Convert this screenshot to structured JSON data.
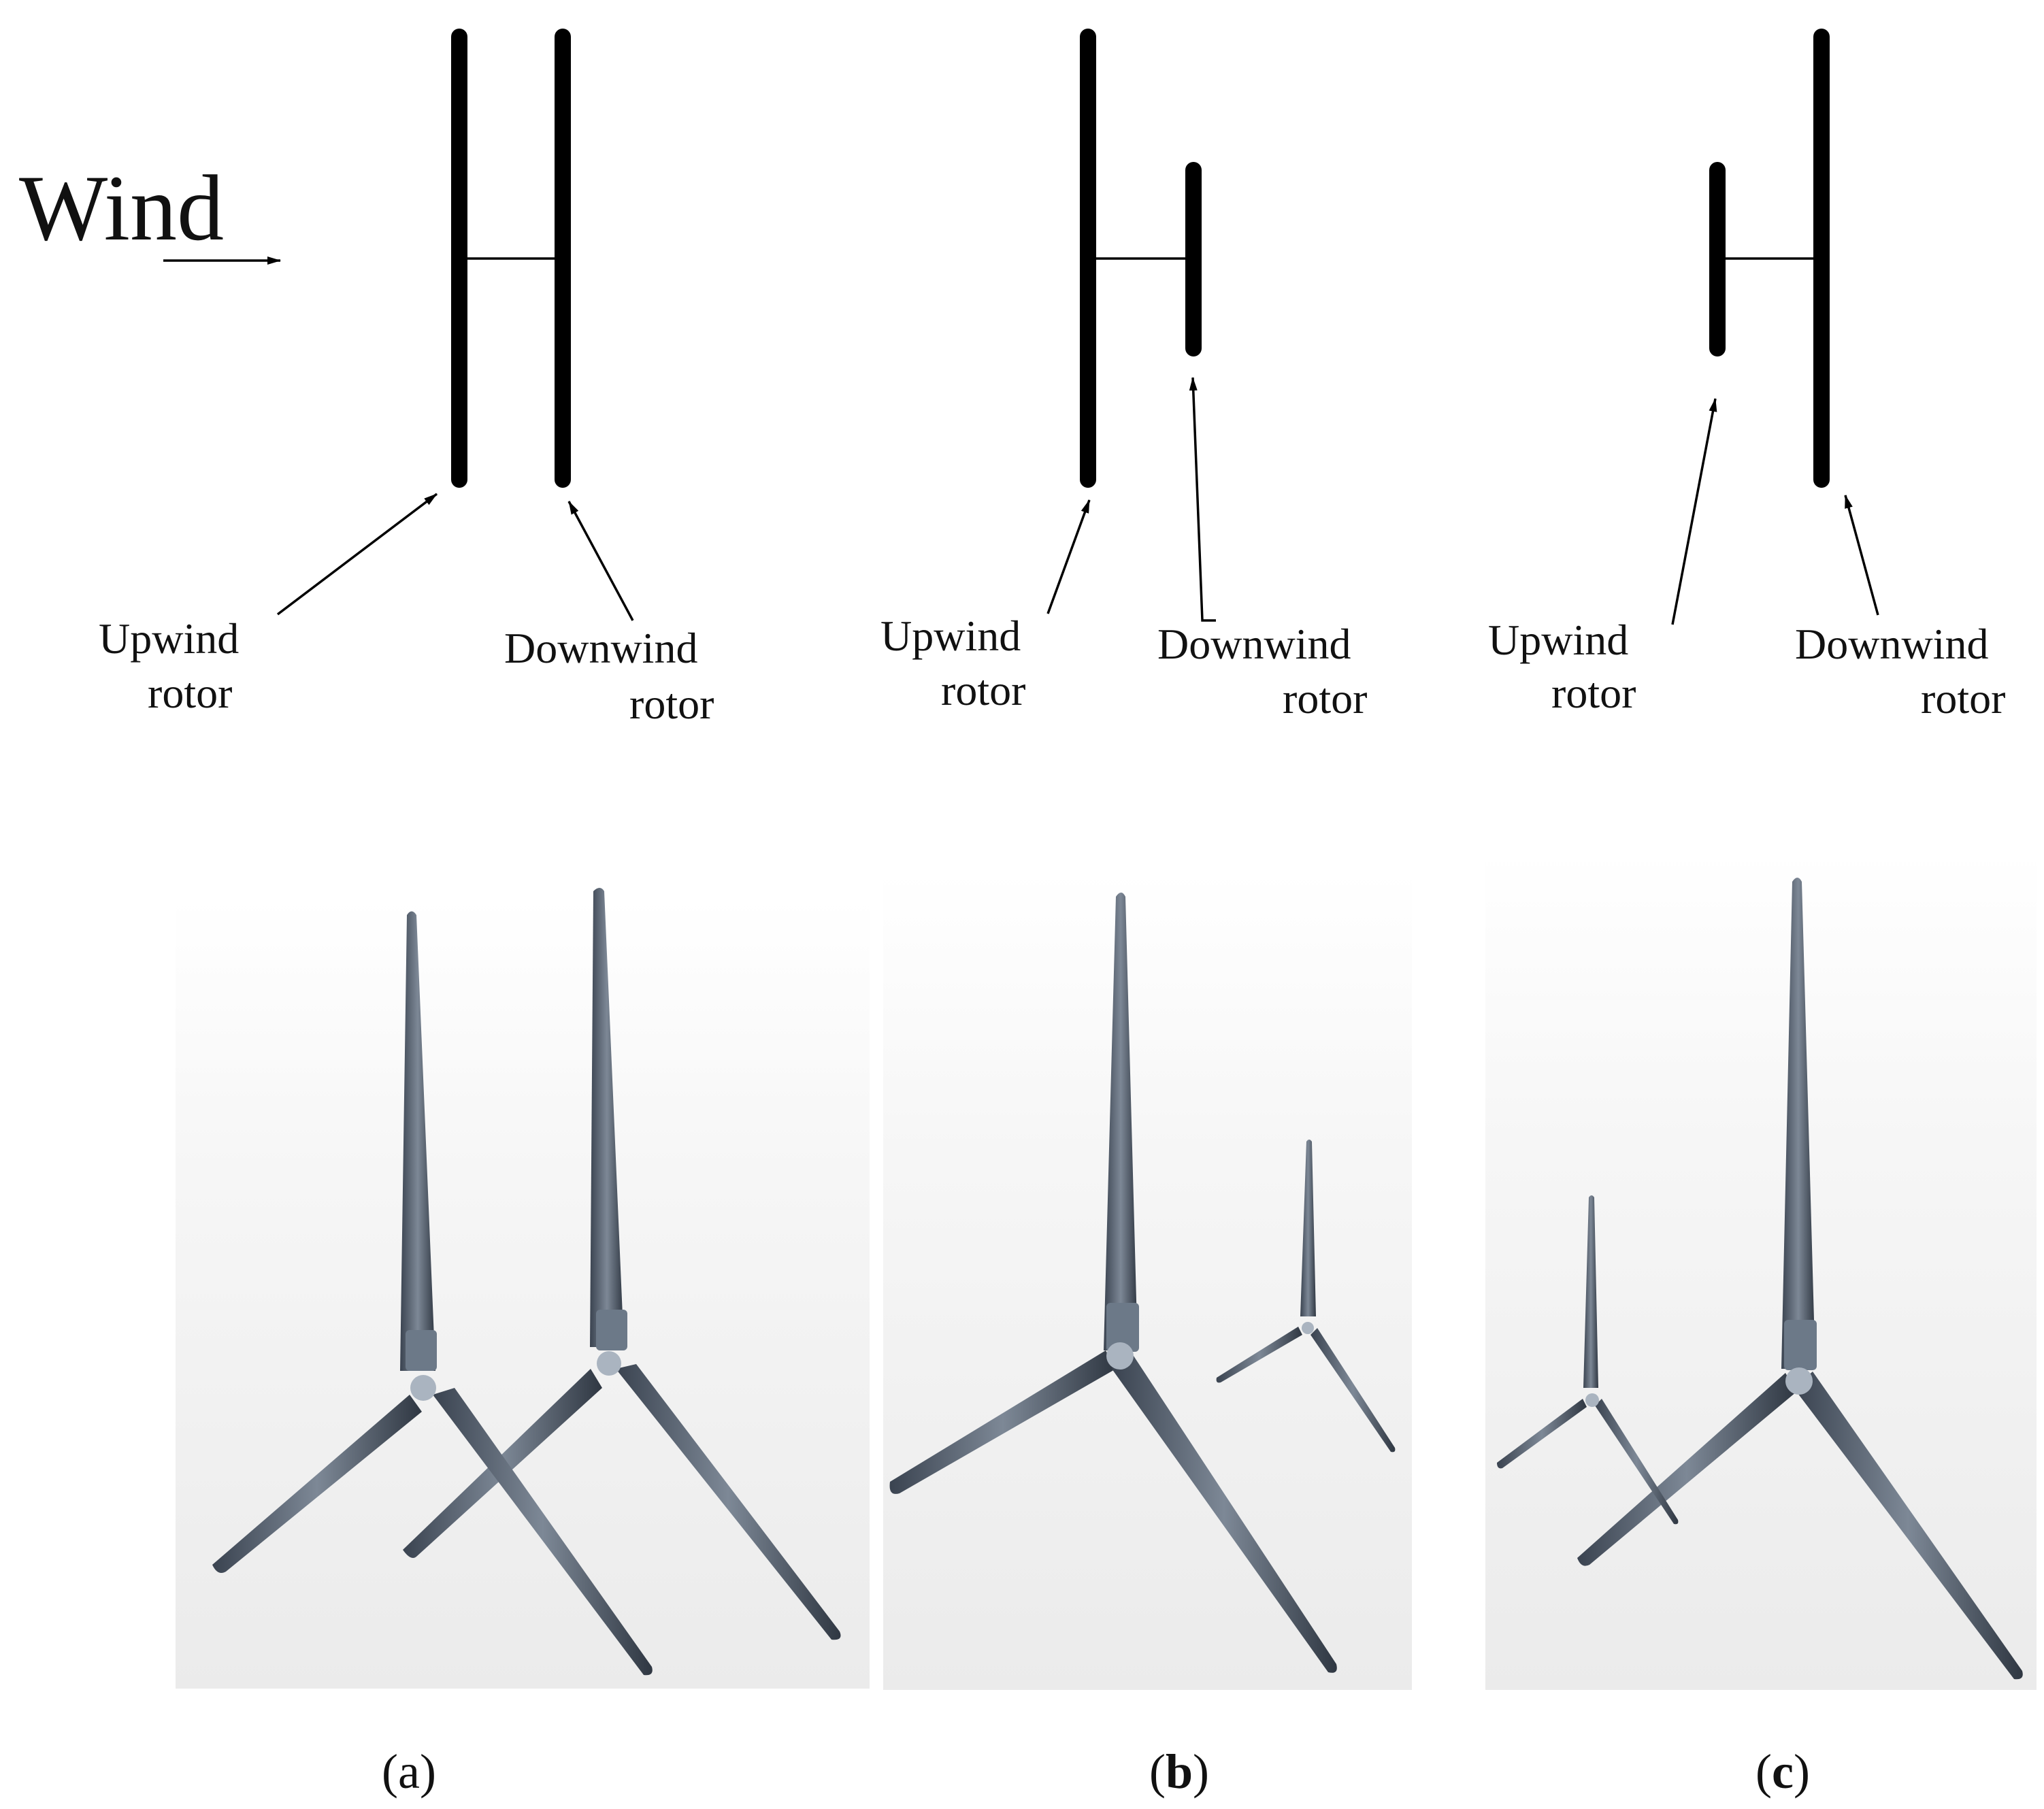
{
  "wind_label": "Wind",
  "panels": [
    {
      "id": "a",
      "label_open": "(",
      "label_letter": "a",
      "label_close": ")",
      "upwind_line1": "Upwind",
      "upwind_line2": "rotor",
      "downwind_line1": "Downwind",
      "downwind_line2": "rotor"
    },
    {
      "id": "b",
      "label_open": "(",
      "label_letter": "b",
      "label_close": ")",
      "upwind_line1": "Upwind",
      "upwind_line2": "rotor",
      "downwind_line1": "Downwind",
      "downwind_line2": "rotor"
    },
    {
      "id": "c",
      "label_open": "(",
      "label_letter": "c",
      "label_close": ")",
      "upwind_line1": "Upwind",
      "upwind_line2": "rotor",
      "downwind_line1": "Downwind",
      "downwind_line2": "rotor"
    }
  ],
  "colors": {
    "rotor_schematic": "#000000",
    "blade": "#4a5563",
    "blade_highlight": "#7d8896",
    "hub": "#aab4c0",
    "render_background": "#ececec"
  }
}
